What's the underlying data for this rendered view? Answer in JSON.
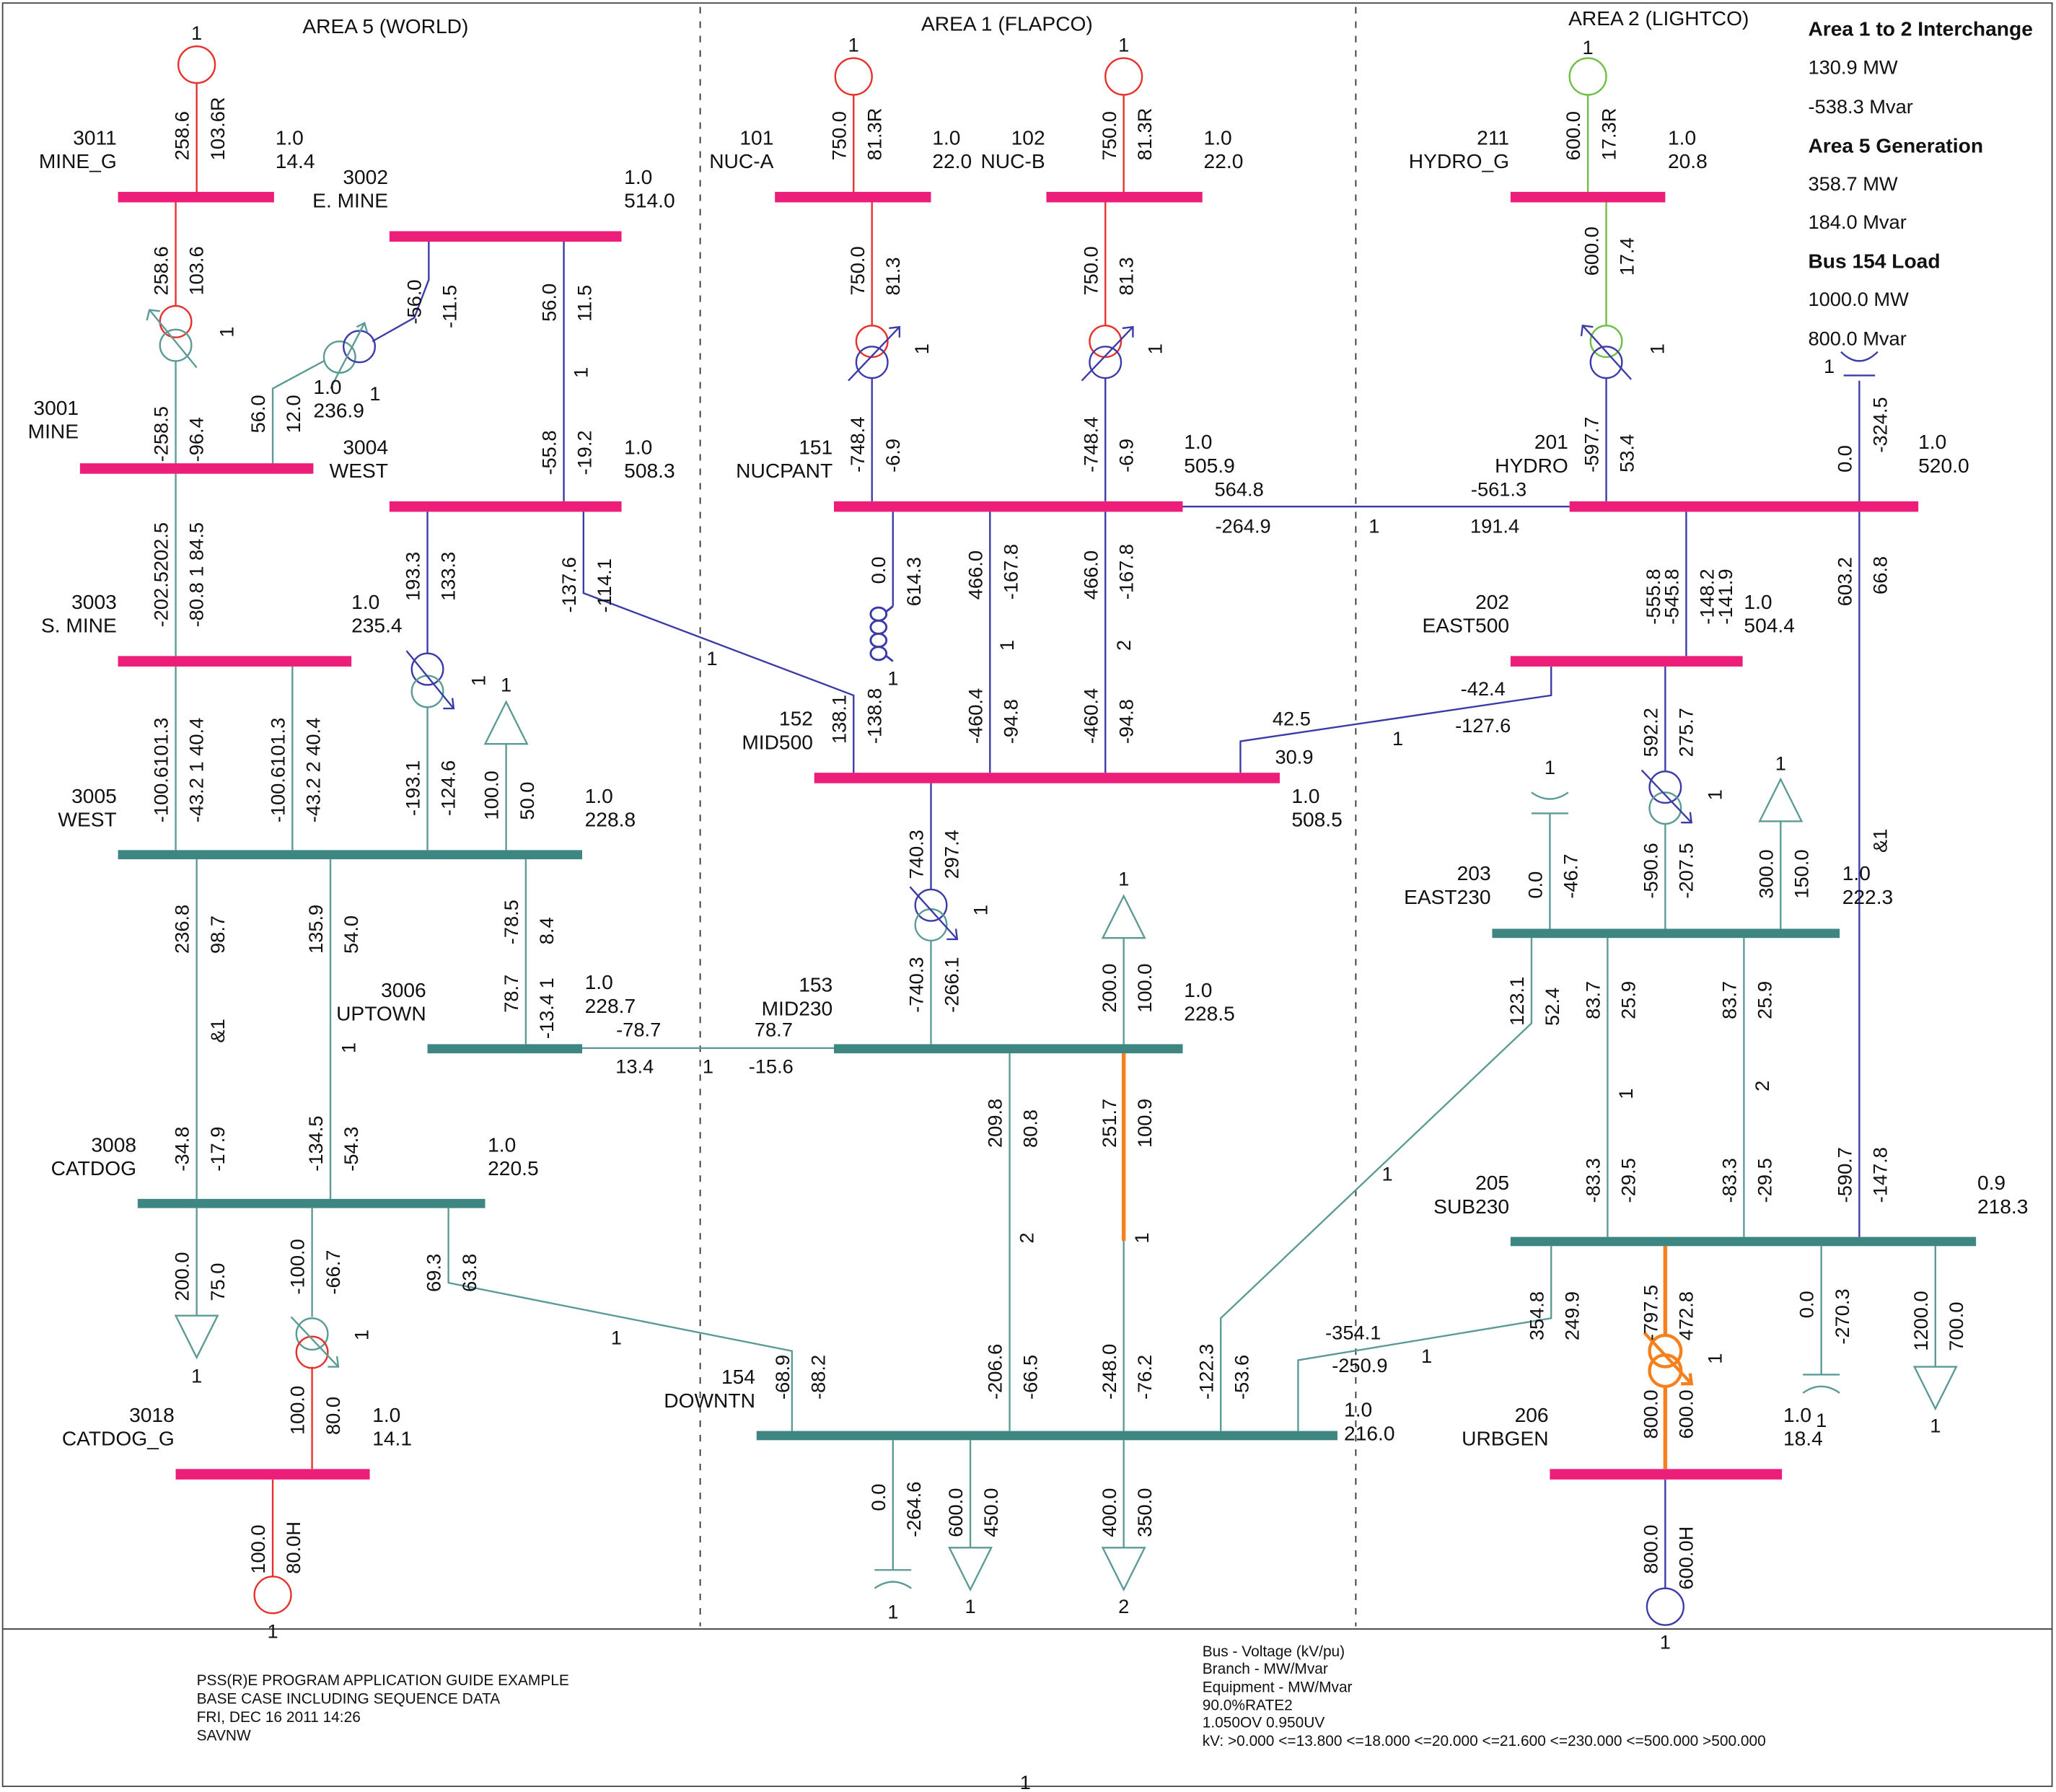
{
  "areas": [
    "AREA 5 (WORLD)",
    "AREA 1 (FLAPCO)",
    "AREA 2 (LIGHTCO)"
  ],
  "summary": {
    "interchange_title": "Area 1 to 2 Interchange",
    "interchange_mw": "130.9 MW",
    "interchange_mvar": "-538.3 Mvar",
    "generation_title": "Area 5 Generation",
    "generation_mw": "358.7 MW",
    "generation_mvar": "184.0 Mvar",
    "load_title": "Bus 154 Load",
    "load_mw": "1000.0 MW",
    "load_mvar": "800.0 Mvar"
  },
  "buses": [
    {
      "number": "3011",
      "name": "MINE_G",
      "pu": "1.0",
      "kv": "14.4"
    },
    {
      "number": "3002",
      "name": "E. MINE",
      "pu": "1.0",
      "kv": "514.0"
    },
    {
      "number": "3001",
      "name": "MINE",
      "pu": "1.0",
      "kv": "236.9"
    },
    {
      "number": "3004",
      "name": "WEST",
      "pu": "1.0",
      "kv": "508.3"
    },
    {
      "number": "3003",
      "name": "S. MINE",
      "pu": "1.0",
      "kv": "235.4"
    },
    {
      "number": "3005",
      "name": "WEST",
      "pu": "1.0",
      "kv": "228.8"
    },
    {
      "number": "3006",
      "name": "UPTOWN",
      "pu": "1.0",
      "kv": "228.7"
    },
    {
      "number": "3008",
      "name": "CATDOG",
      "pu": "1.0",
      "kv": "220.5"
    },
    {
      "number": "3018",
      "name": "CATDOG_G",
      "pu": "1.0",
      "kv": "14.1"
    },
    {
      "number": "101",
      "name": "NUC-A",
      "pu": "1.0",
      "kv": "22.0"
    },
    {
      "number": "102",
      "name": "NUC-B",
      "pu": "1.0",
      "kv": "22.0"
    },
    {
      "number": "151",
      "name": "NUCPANT",
      "pu": "1.0",
      "kv": "505.9"
    },
    {
      "number": "152",
      "name": "MID500",
      "pu": "1.0",
      "kv": "508.5"
    },
    {
      "number": "153",
      "name": "MID230",
      "pu": "1.0",
      "kv": "228.5"
    },
    {
      "number": "154",
      "name": "DOWNTN",
      "pu": "1.0",
      "kv": "216.0"
    },
    {
      "number": "211",
      "name": "HYDRO_G",
      "pu": "1.0",
      "kv": "20.8"
    },
    {
      "number": "201",
      "name": "HYDRO",
      "pu": "1.0",
      "kv": "520.0"
    },
    {
      "number": "202",
      "name": "EAST500",
      "pu": "1.0",
      "kv": "504.4"
    },
    {
      "number": "203",
      "name": "EAST230",
      "pu": "1.0",
      "kv": "222.3"
    },
    {
      "number": "205",
      "name": "SUB230",
      "pu": "0.9",
      "kv": "218.3"
    },
    {
      "number": "206",
      "name": "URBGEN",
      "pu": "1.0",
      "kv": "18.4"
    }
  ],
  "labels": [
    "1",
    "258.6",
    "103.6R",
    "1",
    "750.0",
    "81.3R",
    "1",
    "750.0",
    "81.3R",
    "1",
    "600.0",
    "17.3R",
    "1",
    "100.0",
    "80.0H",
    "1",
    "800.0",
    "600.0H",
    "258.6",
    "103.6",
    "1",
    "-258.5",
    "-96.4",
    "56.0",
    "12.0",
    "-56.0",
    "-11.5",
    "1",
    "56.0",
    "11.5",
    "1",
    "-55.8",
    "-19.2",
    "-202.5202.5",
    "-80.8 1 84.5",
    "193.3",
    "133.3",
    "1",
    "-193.1",
    "-124.6",
    "-137.6",
    "-114.1",
    "1",
    "138.1",
    "-138.8",
    "1",
    "100.0",
    "50.0",
    "-100.6101.3",
    "-43.2 1 40.4",
    "-100.6101.3",
    "-43.2 2 40.4",
    "236.8",
    "98.7",
    "&1",
    "-34.8",
    "-17.9",
    "135.9",
    "54.0",
    "1",
    "-134.5",
    "-54.3",
    "-78.5",
    "8.4",
    "78.7",
    "-13.4 1",
    "-78.7",
    "78.7",
    "13.4",
    "1",
    "-15.6",
    "200.0",
    "75.0",
    "1",
    "-100.0",
    "-66.7",
    "1",
    "100.0",
    "80.0",
    "69.3",
    "63.8",
    "1",
    "-68.9",
    "-88.2",
    "750.0",
    "81.3",
    "1",
    "-748.4",
    "-6.9",
    "750.0",
    "81.3",
    "1",
    "-748.4",
    "-6.9",
    "0.0",
    "614.3",
    "1",
    "466.0",
    "-167.8",
    "1",
    "-460.4",
    "-94.8",
    "466.0",
    "-167.8",
    "2",
    "-460.4",
    "-94.8",
    "564.8",
    "-264.9",
    "1",
    "-561.3",
    "191.4",
    "-42.4",
    "-127.6",
    "1",
    "42.5",
    "30.9",
    "740.3",
    "297.4",
    "1",
    "-740.3",
    "-266.1",
    "1",
    "200.0",
    "100.0",
    "209.8",
    "80.8",
    "2",
    "-206.6",
    "-66.5",
    "251.7",
    "100.9",
    "1",
    "-248.0",
    "-76.2",
    "-122.3",
    "-53.6",
    "1",
    "123.1",
    "52.4",
    "-354.1",
    "-250.9",
    "1",
    "354.8",
    "249.9",
    "0.0",
    "-264.6",
    "1",
    "600.0",
    "450.0",
    "1",
    "400.0",
    "350.0",
    "2",
    "600.0",
    "17.4",
    "1",
    "-597.7",
    "53.4",
    "1",
    "0.0",
    "-324.5",
    "-545.8",
    "-555.8",
    "-148.2",
    "-141.9",
    "603.2",
    "66.8",
    "&1",
    "-590.7",
    "-147.8",
    "592.2",
    "275.7",
    "1",
    "-590.6",
    "-207.5",
    "1",
    "0.0",
    "-46.7",
    "1",
    "300.0",
    "150.0",
    "83.7",
    "25.9",
    "1",
    "-83.3",
    "-29.5",
    "83.7",
    "25.9",
    "2",
    "-83.3",
    "-29.5",
    "-797.5",
    "472.8",
    "1",
    "800.0",
    "600.0",
    "0.0",
    "-270.3",
    "1",
    "1200.0",
    "700.0",
    "1"
  ],
  "footer": {
    "left": [
      "PSS(R)E PROGRAM APPLICATION GUIDE EXAMPLE",
      "BASE CASE INCLUDING SEQUENCE DATA",
      "FRI, DEC 16 2011  14:26",
      "SAVNW"
    ],
    "right": [
      "Bus - Voltage (kV/pu)",
      "Branch - MW/Mvar",
      "Equipment - MW/Mvar",
      "90.0%RATE2",
      "1.050OV 0.950UV",
      "kV: >0.000  <=13.800  <=18.000  <=20.000  <=21.600  <=230.000  <=500.000  >500.000"
    ],
    "page_number": "1"
  }
}
